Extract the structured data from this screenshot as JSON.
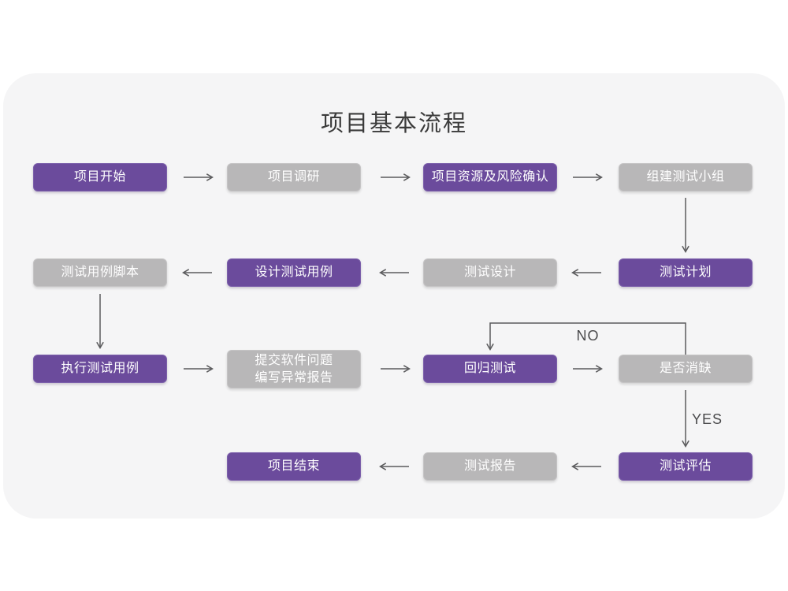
{
  "title": "项目基本流程",
  "colors": {
    "purple": "#6B4B9C",
    "purple_border": "#7C60AB",
    "gray": "#B8B7B8",
    "gray_border": "#C5C4C5",
    "card_bg": "#F5F5F6",
    "arrow": "#5B5B5D",
    "node_text": "#FFFFFF",
    "title_color": "#3B3B3B",
    "branch_label_color": "#4A4A4C"
  },
  "nodes": [
    {
      "id": "project-start",
      "label": "项目开始",
      "variant": "purple"
    },
    {
      "id": "project-research",
      "label": "项目调研",
      "variant": "gray"
    },
    {
      "id": "resource-risk-confirm",
      "label": "项目资源及风险确认",
      "variant": "purple"
    },
    {
      "id": "build-test-team",
      "label": "组建测试小组",
      "variant": "gray"
    },
    {
      "id": "test-plan",
      "label": "测试计划",
      "variant": "purple"
    },
    {
      "id": "test-design",
      "label": "测试设计",
      "variant": "gray"
    },
    {
      "id": "design-test-cases",
      "label": "设计测试用例",
      "variant": "purple"
    },
    {
      "id": "test-case-scripts",
      "label": "测试用例脚本",
      "variant": "gray"
    },
    {
      "id": "execute-test-cases",
      "label": "执行测试用例",
      "variant": "purple"
    },
    {
      "id": "submit-issues-report",
      "label": "提交软件问题",
      "label2": "编写异常报告",
      "variant": "gray"
    },
    {
      "id": "regression-test",
      "label": "回归测试",
      "variant": "purple"
    },
    {
      "id": "defect-resolved-check",
      "label": "是否消缺",
      "variant": "gray"
    },
    {
      "id": "test-evaluation",
      "label": "测试评估",
      "variant": "purple"
    },
    {
      "id": "test-report",
      "label": "测试报告",
      "variant": "gray"
    },
    {
      "id": "project-end",
      "label": "项目结束",
      "variant": "purple"
    }
  ],
  "branch_labels": {
    "no": "NO",
    "yes": "YES"
  },
  "edges": [
    {
      "from": "项目开始",
      "to": "项目调研"
    },
    {
      "from": "项目调研",
      "to": "项目资源及风险确认"
    },
    {
      "from": "项目资源及风险确认",
      "to": "组建测试小组"
    },
    {
      "from": "组建测试小组",
      "to": "测试计划"
    },
    {
      "from": "测试计划",
      "to": "测试设计"
    },
    {
      "from": "测试设计",
      "to": "设计测试用例"
    },
    {
      "from": "设计测试用例",
      "to": "测试用例脚本"
    },
    {
      "from": "测试用例脚本",
      "to": "执行测试用例"
    },
    {
      "from": "执行测试用例",
      "to": "提交软件问题 编写异常报告"
    },
    {
      "from": "提交软件问题 编写异常报告",
      "to": "回归测试"
    },
    {
      "from": "回归测试",
      "to": "是否消缺"
    },
    {
      "from": "是否消缺",
      "to": "回归测试",
      "label": "NO"
    },
    {
      "from": "是否消缺",
      "to": "测试评估",
      "label": "YES"
    },
    {
      "from": "测试评估",
      "to": "测试报告"
    },
    {
      "from": "测试报告",
      "to": "项目结束"
    }
  ]
}
